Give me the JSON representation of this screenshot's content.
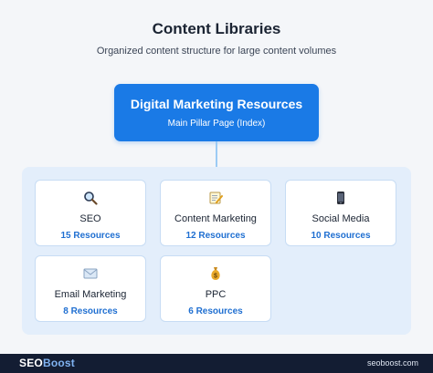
{
  "header": {
    "title": "Content Libraries",
    "subtitle": "Organized content structure for large content volumes"
  },
  "pillar": {
    "title": "Digital Marketing Resources",
    "subtitle": "Main Pillar Page (Index)"
  },
  "categories": [
    {
      "icon": "magnifier-icon",
      "name": "SEO",
      "count": "15 Resources"
    },
    {
      "icon": "memo-icon",
      "name": "Content Marketing",
      "count": "12 Resources"
    },
    {
      "icon": "mobile-phone-icon",
      "name": "Social Media",
      "count": "10 Resources"
    },
    {
      "icon": "envelope-icon",
      "name": "Email Marketing",
      "count": "8 Resources"
    },
    {
      "icon": "money-bag-icon",
      "name": "PPC",
      "count": "6 Resources"
    }
  ],
  "footer": {
    "logo_prefix": "SEO",
    "logo_suffix": "Boost",
    "site": "seoboost.com"
  },
  "colors": {
    "accent": "#1a7ae6",
    "count_text": "#1f6fd1",
    "panel": "#e3eefb",
    "footer": "#131d33"
  }
}
